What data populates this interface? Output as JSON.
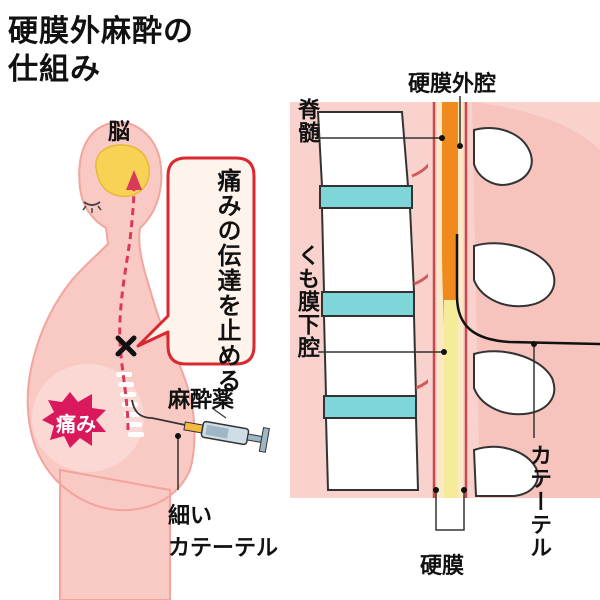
{
  "title": {
    "line1": "硬膜外麻酔の",
    "line2": "仕組み"
  },
  "labels": {
    "brain": "脳",
    "stop_pain": "痛みの伝達を止める",
    "pain": "痛み",
    "anesthetic": "麻酔薬",
    "thin_catheter_line1": "細い",
    "thin_catheter_line2": "カテーテル",
    "epidural_space": "硬膜外腔",
    "spinal_cord": "脊髄",
    "subarachnoid_space": "くも膜下腔",
    "catheter": "カテーテル",
    "dura": "硬膜"
  },
  "colors": {
    "body": "#f9c9c4",
    "body_outline": "#f2a49d",
    "brain": "#f7d254",
    "bubble_fill": "#fff4ec",
    "bubble_stroke": "#d9282f",
    "arrow": "#d93a5c",
    "cross": "#111111",
    "burst": "#d9195c",
    "vertebra": "#ffffff",
    "disc": "#7fd6d8",
    "cord_orange": "#f08a1c",
    "cord_yellow": "#f5ec9a",
    "syringe": "#9fb6c6",
    "needle_tip": "#f5b940"
  },
  "icons": {
    "cross": "x-mark-icon",
    "burst": "pain-burst-icon",
    "syringe": "syringe-icon"
  }
}
